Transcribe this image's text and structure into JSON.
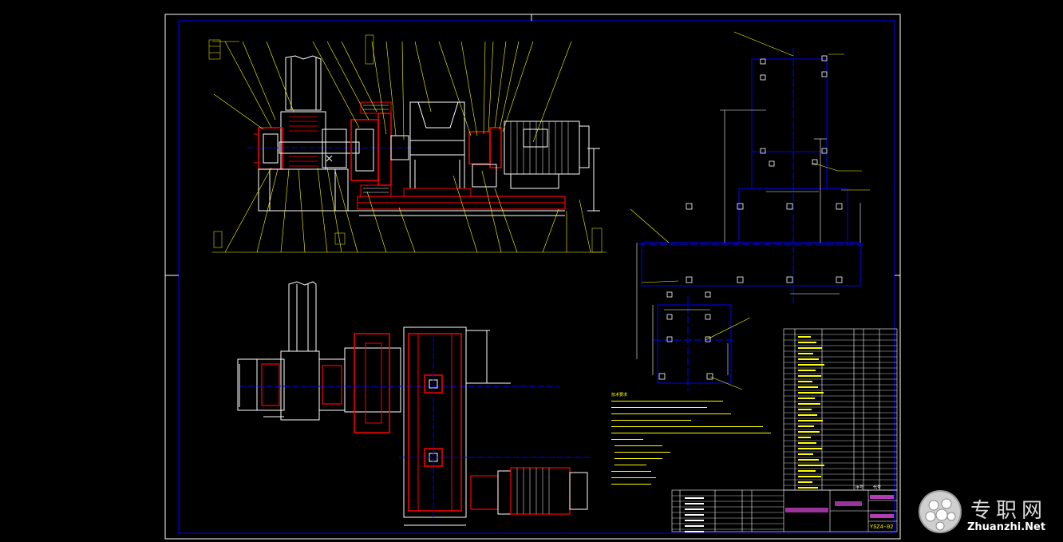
{
  "drawing": {
    "colors": {
      "background": "#000000",
      "frame": "#0000ff",
      "outline": "#ffffff",
      "part": "#ff0000",
      "centerline": "#0000ff",
      "leader": "#ffff00",
      "dimension": "#ffffff",
      "highlight": "#ff55ff"
    },
    "title_block": {
      "drawing_number": "YSZ4-02",
      "seq_label": "序号",
      "code_label": "代号"
    },
    "notes_heading": "技术要求"
  },
  "watermark": {
    "cn_text": "专职网",
    "en_text": "Zhuanzhi.Net",
    "icon": "globe-ball-icon"
  }
}
